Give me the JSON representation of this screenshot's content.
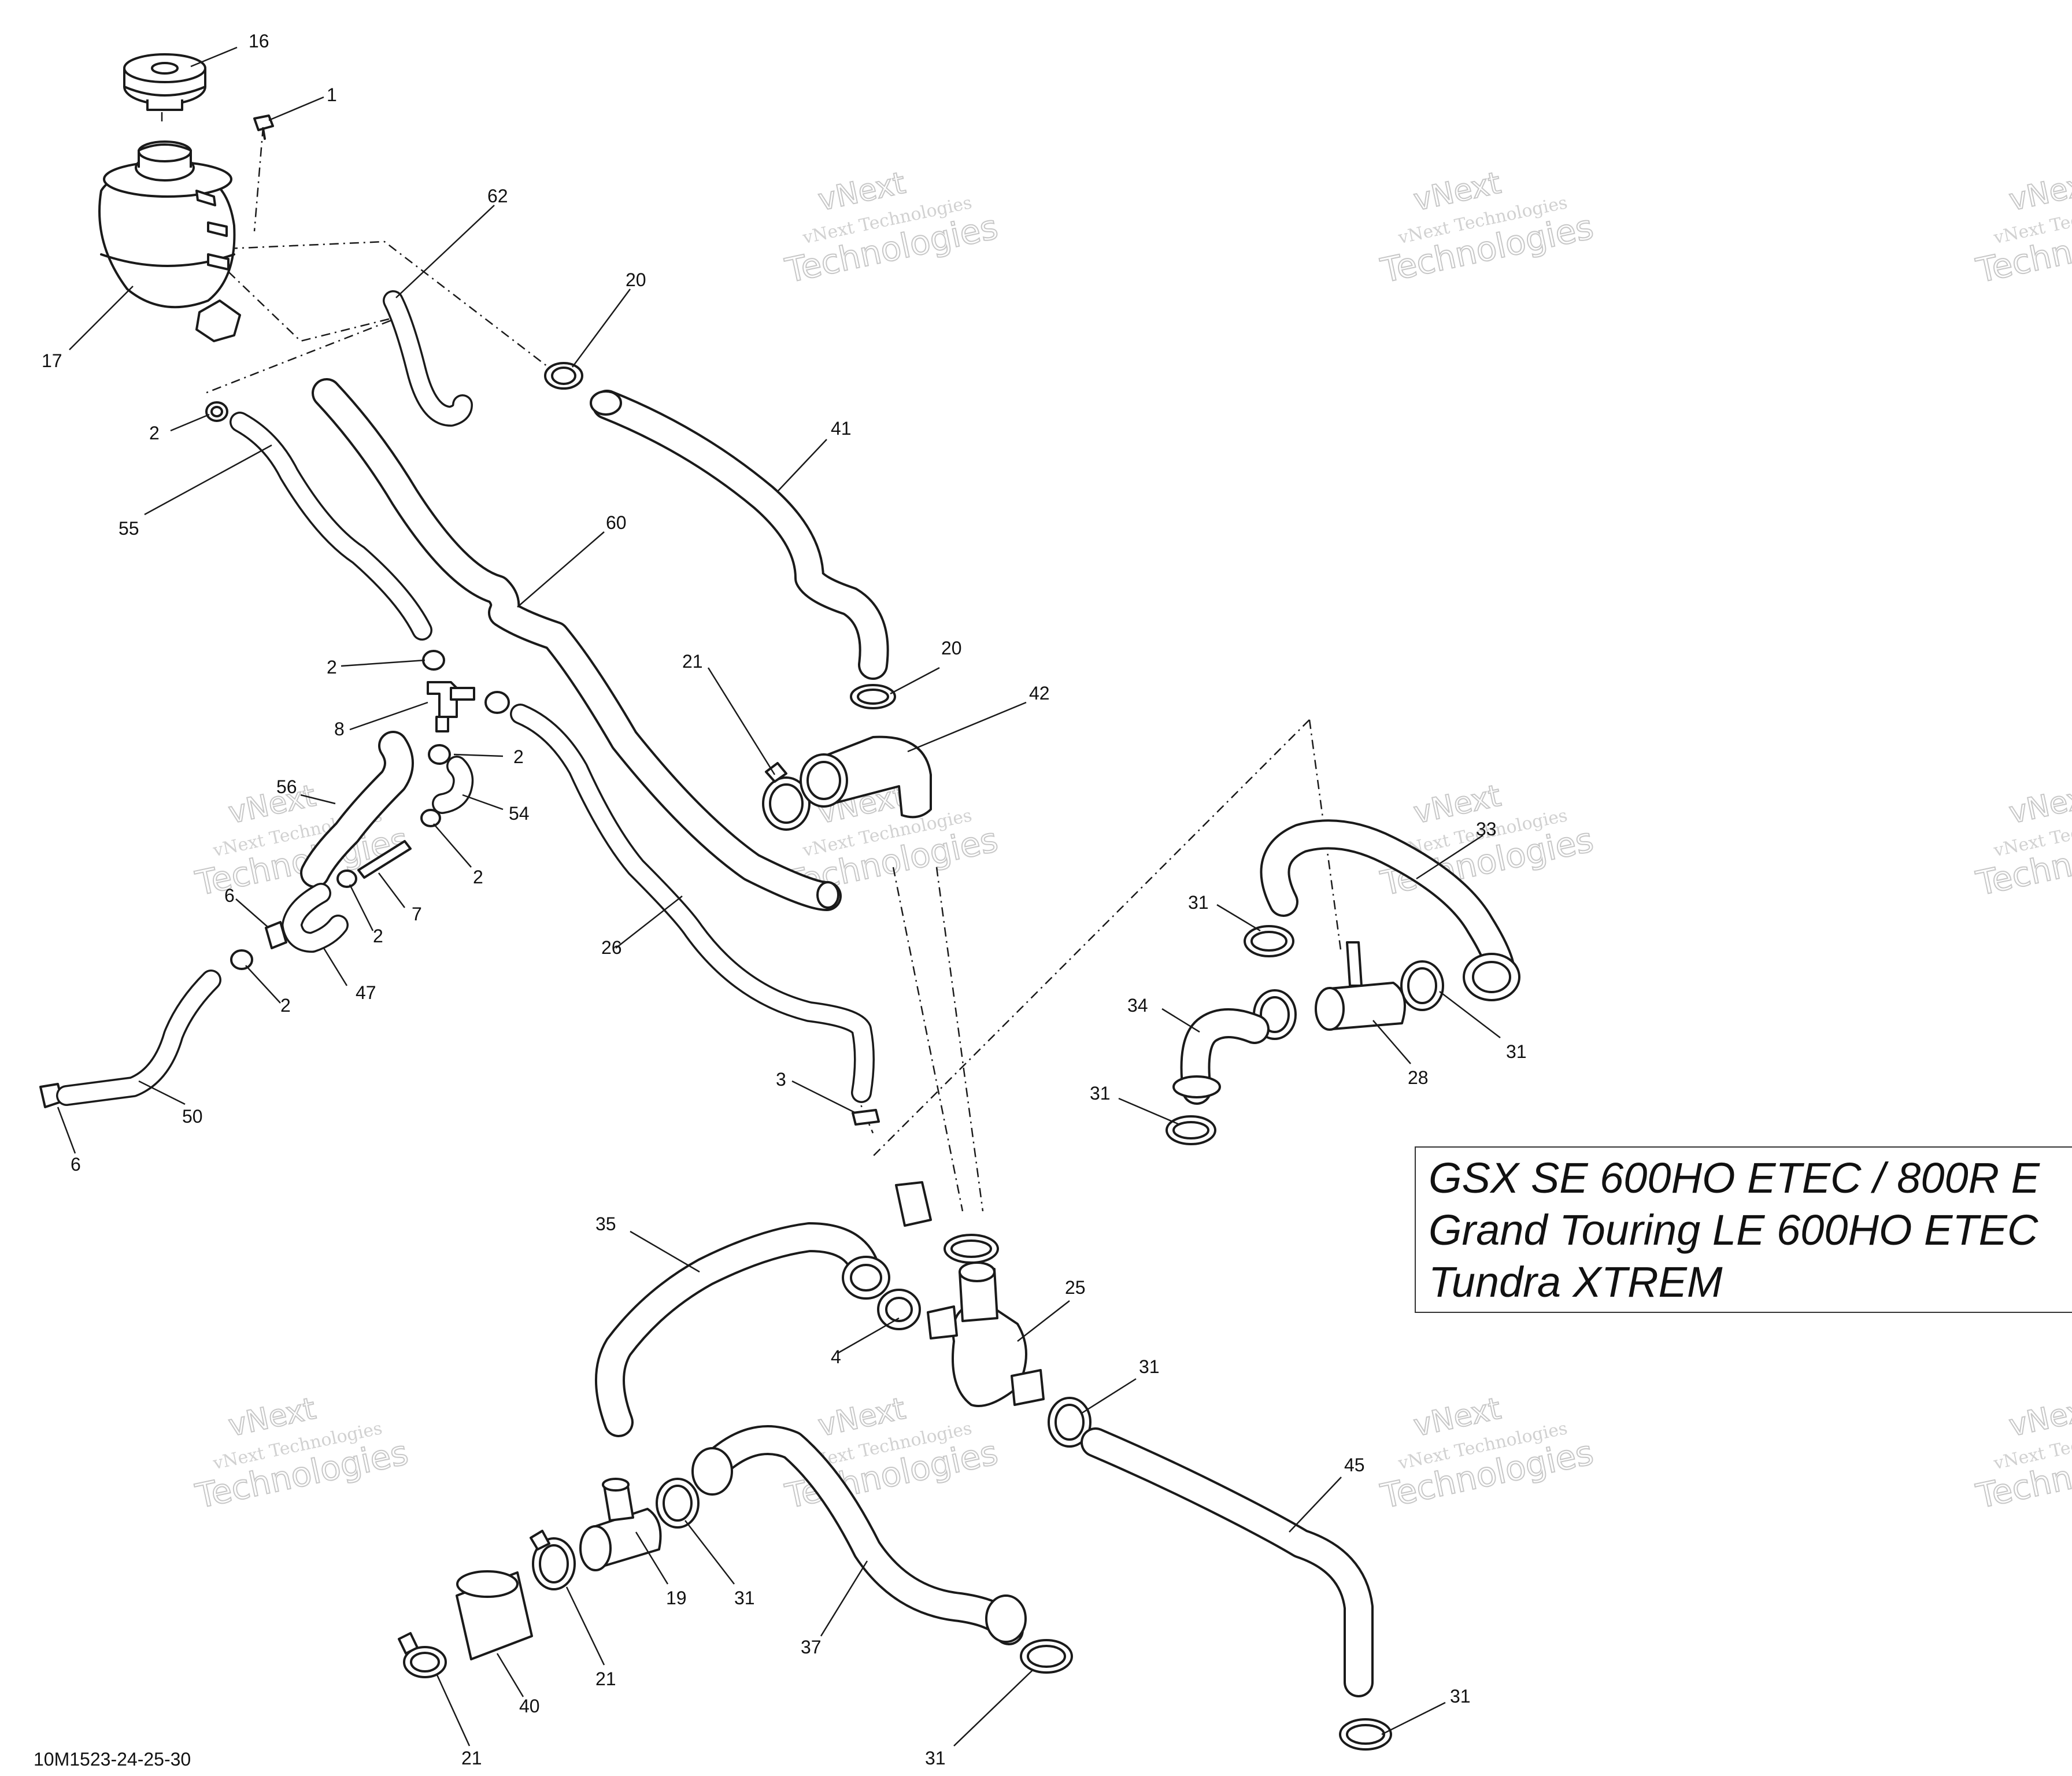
{
  "callouts": [
    {
      "id": "c16a",
      "label": "16"
    },
    {
      "id": "c1",
      "label": "1"
    },
    {
      "id": "c62",
      "label": "62"
    },
    {
      "id": "c20a",
      "label": "20"
    },
    {
      "id": "c17",
      "label": "17"
    },
    {
      "id": "c2a",
      "label": "2"
    },
    {
      "id": "c41",
      "label": "41"
    },
    {
      "id": "c55",
      "label": "55"
    },
    {
      "id": "c60",
      "label": "60"
    },
    {
      "id": "c2b",
      "label": "2"
    },
    {
      "id": "c20b",
      "label": "20"
    },
    {
      "id": "c21a",
      "label": "21"
    },
    {
      "id": "c42",
      "label": "42"
    },
    {
      "id": "c8",
      "label": "8"
    },
    {
      "id": "c2c",
      "label": "2"
    },
    {
      "id": "c56",
      "label": "56"
    },
    {
      "id": "c54",
      "label": "54"
    },
    {
      "id": "c2d",
      "label": "2"
    },
    {
      "id": "c33",
      "label": "33"
    },
    {
      "id": "c6a",
      "label": "6"
    },
    {
      "id": "c7",
      "label": "7"
    },
    {
      "id": "c2e",
      "label": "2"
    },
    {
      "id": "c26",
      "label": "26"
    },
    {
      "id": "c31a",
      "label": "31"
    },
    {
      "id": "c47",
      "label": "47"
    },
    {
      "id": "c2f",
      "label": "2"
    },
    {
      "id": "c34",
      "label": "34"
    },
    {
      "id": "c31b",
      "label": "31"
    },
    {
      "id": "c28",
      "label": "28"
    },
    {
      "id": "c3",
      "label": "3"
    },
    {
      "id": "c31c",
      "label": "31"
    },
    {
      "id": "c50",
      "label": "50"
    },
    {
      "id": "c6b",
      "label": "6"
    },
    {
      "id": "c35",
      "label": "35"
    },
    {
      "id": "c25",
      "label": "25"
    },
    {
      "id": "c4",
      "label": "4"
    },
    {
      "id": "c31d",
      "label": "31"
    },
    {
      "id": "c45",
      "label": "45"
    },
    {
      "id": "c31e",
      "label": "31"
    },
    {
      "id": "c19",
      "label": "19"
    },
    {
      "id": "c37",
      "label": "37"
    },
    {
      "id": "c21b",
      "label": "21"
    },
    {
      "id": "c40",
      "label": "40"
    },
    {
      "id": "c31f",
      "label": "31"
    },
    {
      "id": "c31g",
      "label": "31"
    },
    {
      "id": "c21c",
      "label": "21"
    }
  ],
  "model_box": {
    "line1": "GSX SE 600HO ETEC / 800R E",
    "line2": "Grand Touring LE 600HO ETEC",
    "line3": "Tundra XTREM"
  },
  "watermark": {
    "small": "vNext Technologies",
    "big_top": "vNext",
    "big_bottom": "Technologies"
  },
  "drawing_code": "10M1523-24-25-30"
}
